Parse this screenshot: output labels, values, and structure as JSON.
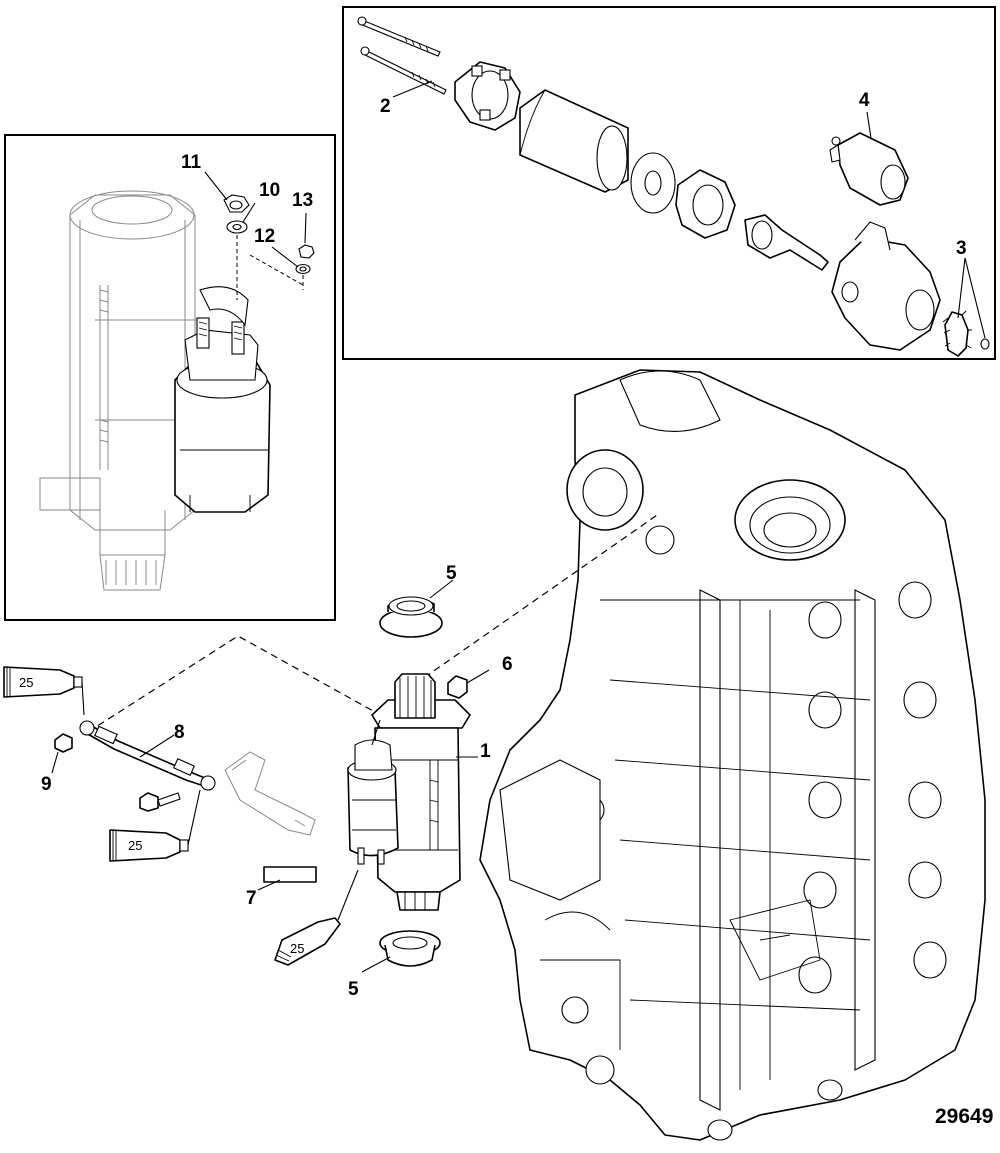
{
  "callouts": {
    "c1": "1",
    "c2": "2",
    "c3": "3",
    "c4": "4",
    "c5a": "5",
    "c5b": "5",
    "c6": "6",
    "c7": "7",
    "c8": "8",
    "c9": "9",
    "c10": "10",
    "c11": "11",
    "c12": "12",
    "c13": "13"
  },
  "lubricant_tubes": {
    "t1": "25",
    "t2": "25",
    "t3": "25"
  },
  "figure_number": "29649"
}
